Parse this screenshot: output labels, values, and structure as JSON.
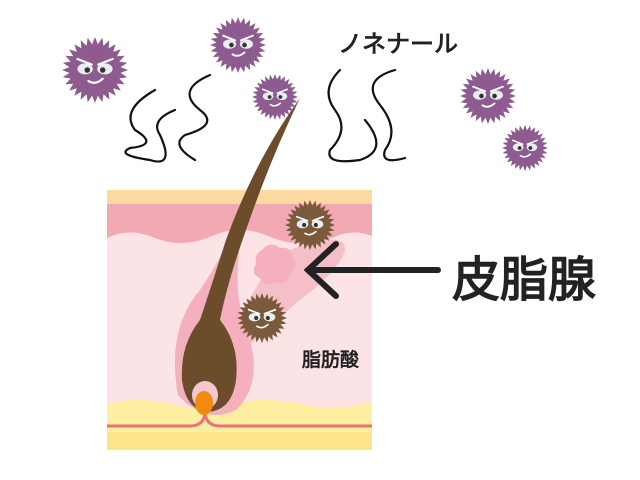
{
  "labels": {
    "nonenal": "ノネナール",
    "sebaceous_gland": "皮脂腺",
    "fatty_acid": "脂肪酸"
  },
  "colors": {
    "purple_germ": "#8d5b8f",
    "brown_germ": "#7a5a3a",
    "hair": "#6b4d2c",
    "skin_pink": "#fbe3e6",
    "skin_top": "#f2a9b3",
    "fat_yellow": "#fcf0a0",
    "papilla": "#f08a10"
  }
}
